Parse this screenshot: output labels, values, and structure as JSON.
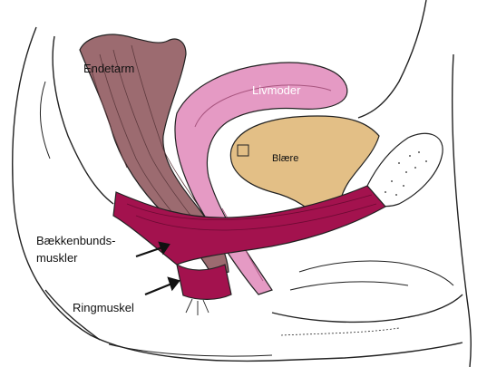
{
  "labels": {
    "rectum": "Endetarm",
    "uterus": "Livmoder",
    "bladder": "Blære",
    "pelvic_floor_line1": "Bækkenbunds-",
    "pelvic_floor_line2": "muskler",
    "sphincter": "Ringmuskel"
  },
  "colors": {
    "rectum": "#9c6b70",
    "uterus": "#e59ac4",
    "bladder": "#e3bf86",
    "pelvic_floor": "#a3124e",
    "outline": "#222222",
    "background": "#ffffff"
  }
}
